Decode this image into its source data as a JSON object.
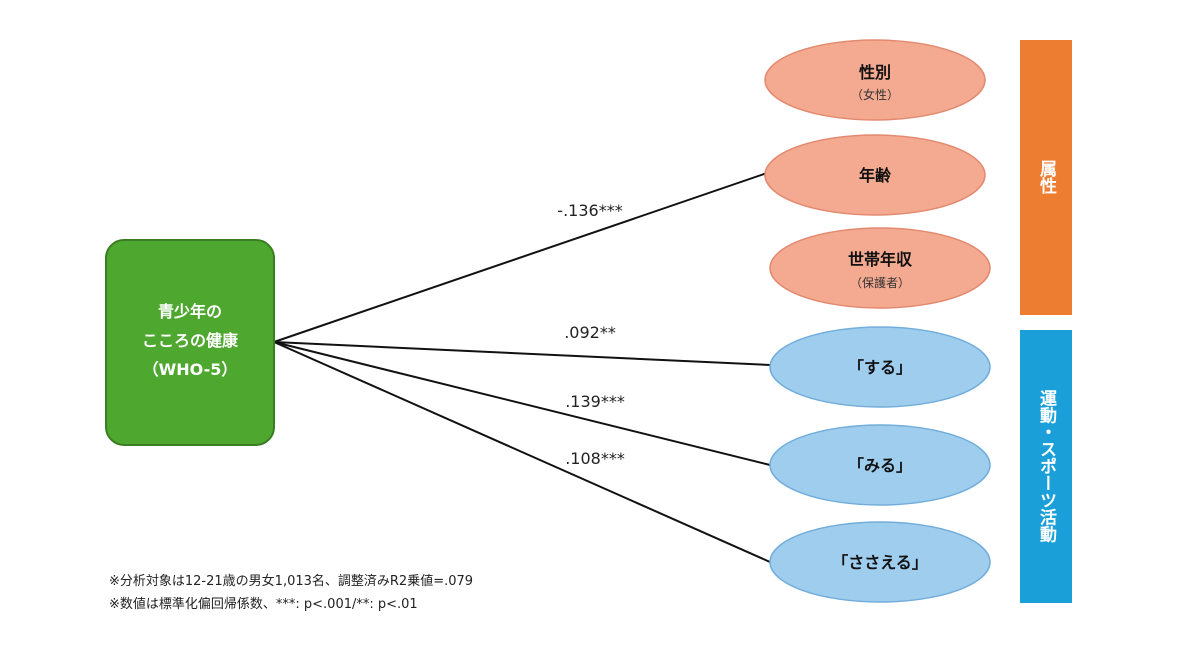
{
  "diagram": {
    "dependent": {
      "lines": [
        "青少年の",
        "こころの健康",
        "（WHO-5）"
      ],
      "color": "#4ea72e",
      "border": "#3b7d22"
    },
    "predictors": [
      {
        "id": "gender",
        "title": "性別",
        "sub": "（女性）",
        "group": "attributes"
      },
      {
        "id": "age",
        "title": "年齢",
        "sub": "",
        "group": "attributes",
        "coef": "-.136***"
      },
      {
        "id": "income",
        "title": "世帯年収",
        "sub": "（保護者）",
        "group": "attributes"
      },
      {
        "id": "do",
        "title": "「する」",
        "sub": "",
        "group": "sports",
        "coef": ".092**"
      },
      {
        "id": "watch",
        "title": "「みる」",
        "sub": "",
        "group": "sports",
        "coef": ".139***"
      },
      {
        "id": "support",
        "title": "「ささえる」",
        "sub": "",
        "group": "sports",
        "coef": ".108***"
      }
    ],
    "groups": {
      "attributes": {
        "label": "属性",
        "color": "#ed7d31",
        "node_fill": "#f4aa91",
        "node_border": "#e2896f"
      },
      "sports": {
        "label": "運動・スポーツ活動",
        "color": "#1b9fd8",
        "node_fill": "#9fcdee",
        "node_border": "#72addb"
      }
    },
    "notes": [
      "※分析対象は12-21歳の男女1,013名、調整済みR2乗値=.079",
      "※数値は標準化偏回帰係数、***: p<.001/**: p<.01"
    ]
  }
}
